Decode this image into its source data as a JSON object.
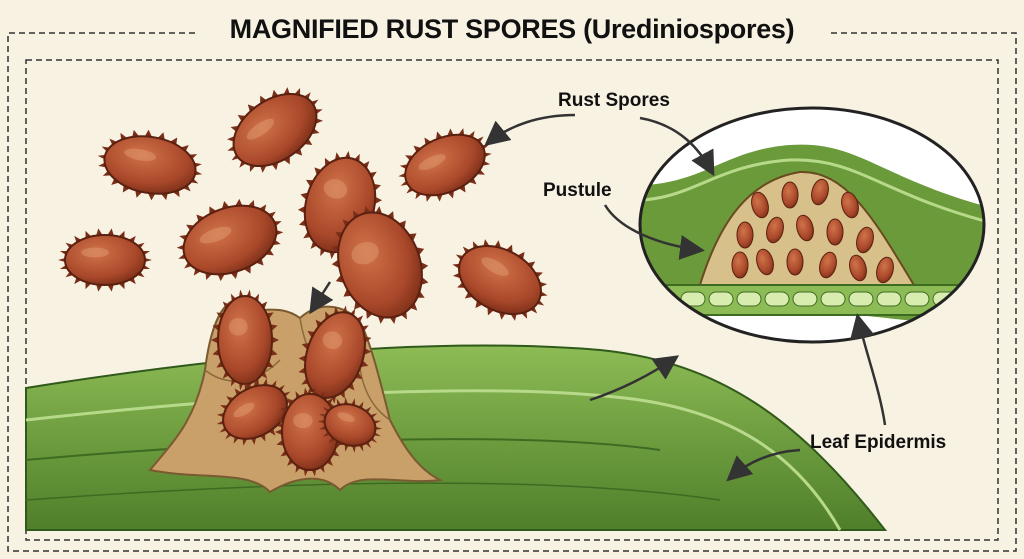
{
  "title": "MAGNIFIED RUST SPORES (Urediniospores)",
  "labels": {
    "rust_spores": "Rust Spores",
    "pustule": "Pustule",
    "leaf_epidermis": "Leaf Epidermis"
  },
  "colors": {
    "background": "#f8f2e2",
    "spore": "#a9482a",
    "spore_dark": "#6e2a16",
    "leaf": "#6a9a3a",
    "leaf_light": "#9cc462",
    "pustule_tan": "#c9a06a"
  }
}
